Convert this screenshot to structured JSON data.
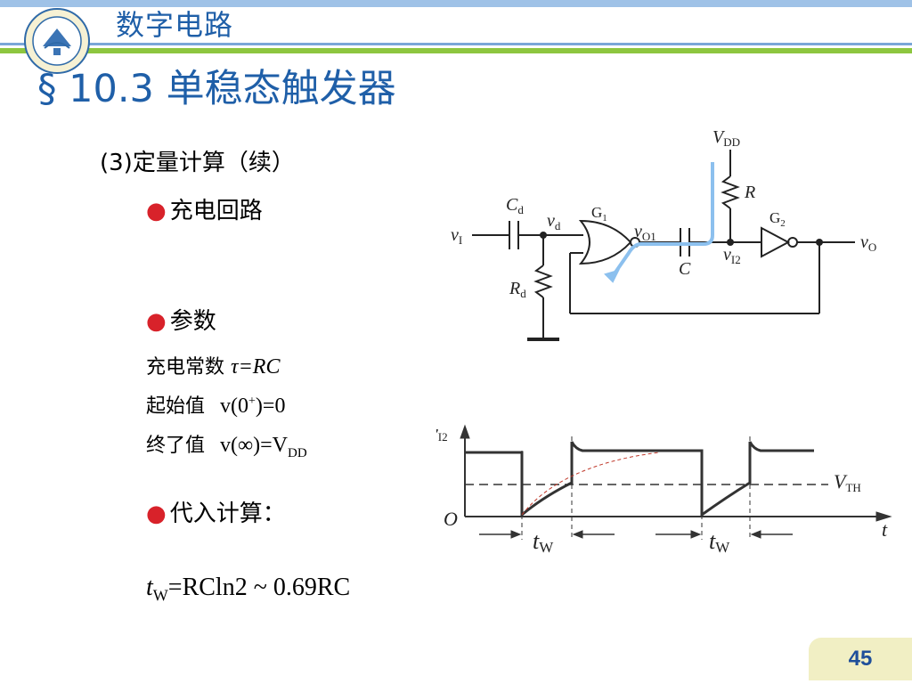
{
  "header": {
    "course_title": "数字电路",
    "section_title": "§ 10.3 单稳态触发器"
  },
  "content": {
    "subheading": "(3)定量计算（续）",
    "bullet_charging_loop": "充电回路",
    "bullet_parameters": "参数",
    "param_rows": [
      {
        "label": "充电常数",
        "expr": "τ=RC"
      },
      {
        "label": "起始值",
        "expr_base": "v(0",
        "expr_sup": "+",
        "expr_tail": ")=0"
      },
      {
        "label": "终了值",
        "expr_base": "v(∞)=V",
        "expr_sub": "DD"
      }
    ],
    "bullet_substitute": "代入计算：",
    "formula": {
      "t": "t",
      "t_sub": "W",
      "rest": "=RCln2 ~ 0.69RC"
    }
  },
  "circuit": {
    "vdd": "V",
    "vdd_sub": "DD",
    "r": "R",
    "cd": "C",
    "cd_sub": "d",
    "vi": "v",
    "vi_sub": "I",
    "vd": "v",
    "vd_sub": "d",
    "g1": "G",
    "g1_sub": "1",
    "vo1": "v",
    "vo1_sub": "O1",
    "c": "C",
    "vi2": "v",
    "vi2_sub": "I2",
    "g2": "G",
    "g2_sub": "2",
    "vo": "v",
    "vo_sub": "O",
    "rd": "R",
    "rd_sub": "d"
  },
  "waveform": {
    "ylabel": "v",
    "ylabel_sub": "I2",
    "origin": "O",
    "vth": "V",
    "vth_sub": "TH",
    "xlabel": "t",
    "tw1": "t",
    "tw1_sub": "W",
    "tw2": "t",
    "tw2_sub": "W"
  },
  "footer": {
    "page_number": "45"
  },
  "colors": {
    "title_blue": "#1f5fa8",
    "bullet_red": "#d8222a",
    "accent_green": "#8dc63f",
    "path_blue": "#8cc0ee"
  }
}
